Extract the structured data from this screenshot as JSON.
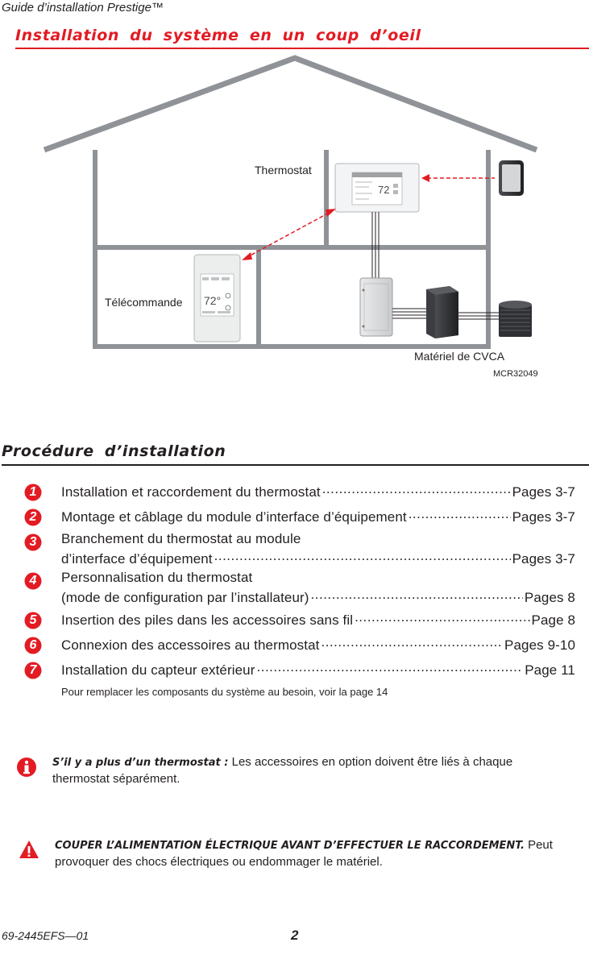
{
  "header": {
    "running_title": "Guide d’installation Prestige™"
  },
  "overview": {
    "title": "Installation du système en un coup d’oeil",
    "labels": {
      "thermostat": "Thermostat",
      "remote": "Télécommande",
      "hvac": "Matériel de CVCA",
      "figure_code": "MCR32049"
    },
    "screen_temp": "72",
    "remote_temp": "72°"
  },
  "procedure": {
    "title": "Procédure d’installation",
    "steps": [
      {
        "num": "1",
        "lines": [
          "Installation et raccordement du thermostat"
        ],
        "page": "Pages 3-7"
      },
      {
        "num": "2",
        "lines": [
          "Montage et câblage du module d’interface d’équipement"
        ],
        "page": "Pages 3-7"
      },
      {
        "num": "3",
        "lines": [
          "Branchement du thermostat au module",
          "d’interface d’équipement"
        ],
        "page": "Pages 3-7"
      },
      {
        "num": "4",
        "lines": [
          "Personnalisation du thermostat",
          "(mode de configuration par l’installateur)"
        ],
        "page": "Pages 8"
      },
      {
        "num": "5",
        "lines": [
          "Insertion des piles dans les accessoires sans fil"
        ],
        "page": "Page 8"
      },
      {
        "num": "6",
        "lines": [
          "Connexion des accessoires au thermostat"
        ],
        "page": "Pages 9-10"
      },
      {
        "num": "7",
        "lines": [
          "Installation du capteur extérieur"
        ],
        "page": "Page 11"
      }
    ],
    "replace_note": "Pour remplacer les composants du système au besoin, voir la page 14"
  },
  "info_notice": {
    "bold": "S’il y a plus d’un thermostat :",
    "text": " Les accessoires en option doivent être liés à chaque thermostat séparément."
  },
  "warning_notice": {
    "bold": "COUPER L’ALIMENTATION ÉLECTRIQUE AVANT D’EFFECTUER LE RACCORDEMENT.",
    "text": " Peut provoquer des chocs électriques ou endommager le matériel."
  },
  "footer": {
    "doc_number": "69-2445EFS—01",
    "page_number": "2"
  },
  "colors": {
    "accent_red": "#e31b23",
    "text": "#231f20",
    "house_gray": "#8f9296"
  }
}
